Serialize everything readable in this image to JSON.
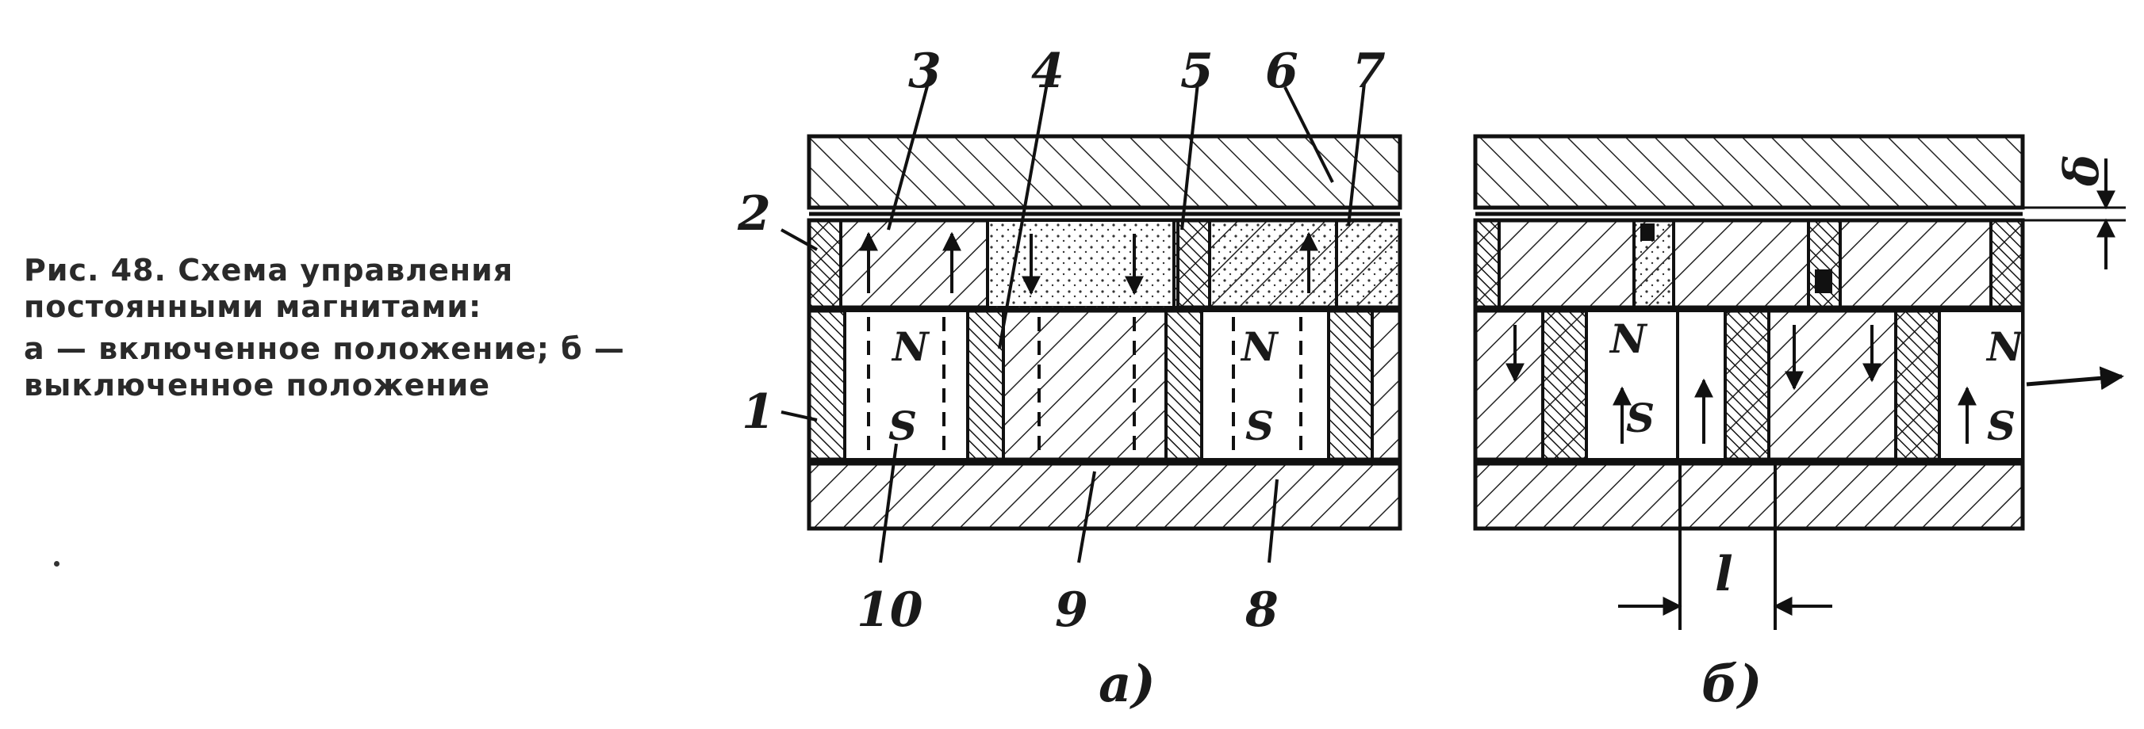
{
  "caption": {
    "title": "Рис. 48. Схема управления постоянными магнитами:",
    "text": "а — включенное положение; б — выключенное положение"
  },
  "labels": {
    "n1": "1",
    "n2": "2",
    "n3": "3",
    "n4": "4",
    "n5": "5",
    "n6": "6",
    "n7": "7",
    "n8": "8",
    "n9": "9",
    "n10": "10",
    "pole_n": "N",
    "pole_s": "S",
    "dim_l": "l",
    "dim_delta": "δ",
    "sub_a": "а)",
    "sub_b": "б)"
  }
}
